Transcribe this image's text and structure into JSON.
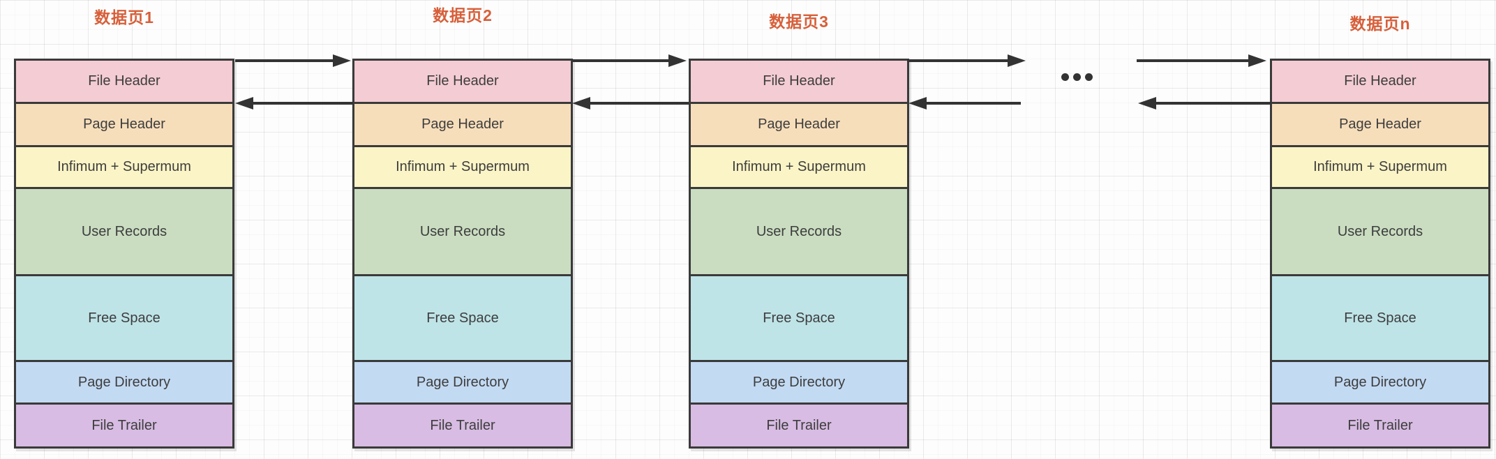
{
  "diagram": {
    "description_hint": "",
    "pages": [
      {
        "title": "数据页1"
      },
      {
        "title": "数据页2"
      },
      {
        "title": "数据页3"
      },
      {
        "title": "数据页n"
      }
    ],
    "sections": [
      {
        "label": "File Header",
        "color": "#f4ccd3"
      },
      {
        "label": "Page Header",
        "color": "#f7debb"
      },
      {
        "label": "Infimum + Supermum",
        "color": "#fbf4c6"
      },
      {
        "label": "User Records",
        "color": "#caddc1"
      },
      {
        "label": "Free Space",
        "color": "#bfe4e8"
      },
      {
        "label": "Page Directory",
        "color": "#c3daf3"
      },
      {
        "label": "File Trailer",
        "color": "#d8bce3"
      }
    ],
    "ellipsis": "...",
    "theme": {
      "title_color": "#d75f3a",
      "border_color": "#3a3a3a",
      "arrow_color": "#333333",
      "label_color": "#3d3d3d"
    }
  }
}
